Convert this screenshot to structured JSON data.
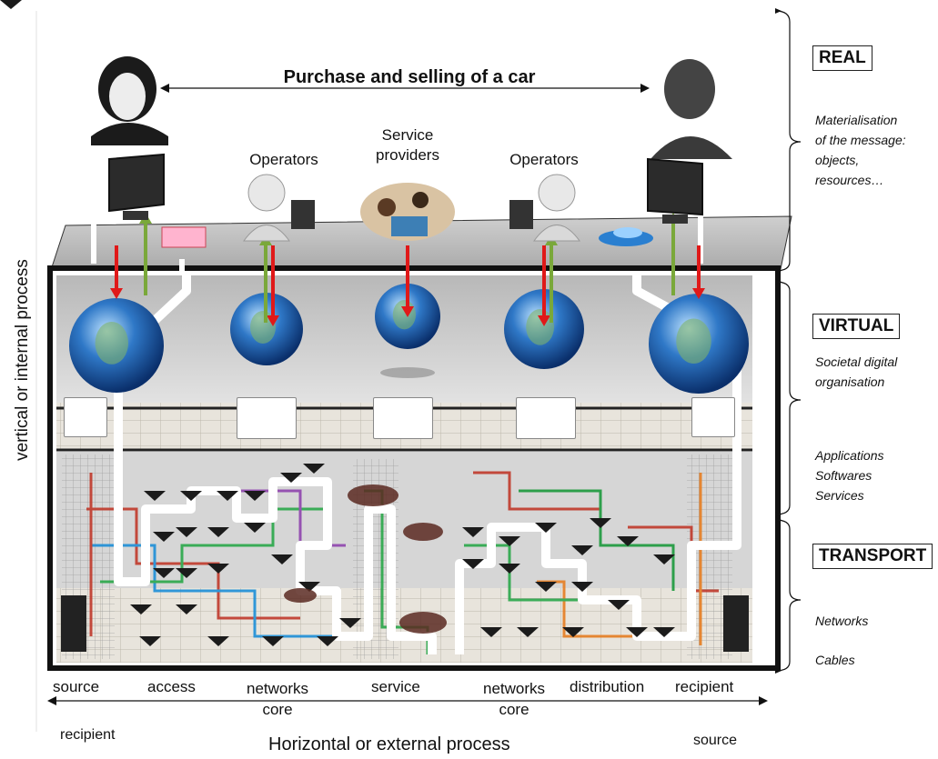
{
  "title": "Purchase and selling of a car",
  "top_labels": {
    "operators_left": "Operators",
    "service_providers": "Service\nproviders",
    "operators_right": "Operators"
  },
  "layers": {
    "real": {
      "label": "REAL",
      "desc": "Materialisation\nof the message:\nobjects,\nresources…"
    },
    "virtual": {
      "label": "VIRTUAL",
      "desc": "Societal digital\norganisation",
      "apps": "Applications\nSoftwares\nServices"
    },
    "transport": {
      "label": "TRANSPORT",
      "networks": "Networks",
      "cables": "Cables"
    }
  },
  "axis": {
    "vertical": "vertical or internal process",
    "horizontal": "Horizontal or external process"
  },
  "bottom_labels": {
    "source": "source",
    "access": "access",
    "networks_core_left": "networks\ncore",
    "service": "service",
    "networks_core_right": "networks\ncore",
    "distribution": "distribution",
    "recipient": "recipient",
    "recipient_below": "recipient",
    "source_below": "source"
  },
  "colors": {
    "globe": "#1f5fae",
    "arrow_down": "#e01919",
    "arrow_up": "#7aa83a",
    "box_gray": "#c8c8c8"
  },
  "icons": [
    "woman-user-icon",
    "man-user-icon",
    "operator-icon",
    "service-providers-photo",
    "globe-icon",
    "car-icon",
    "banknote-icon",
    "computer-monitor-icon",
    "router-icon",
    "server-tower-icon",
    "app-logos-icon"
  ]
}
